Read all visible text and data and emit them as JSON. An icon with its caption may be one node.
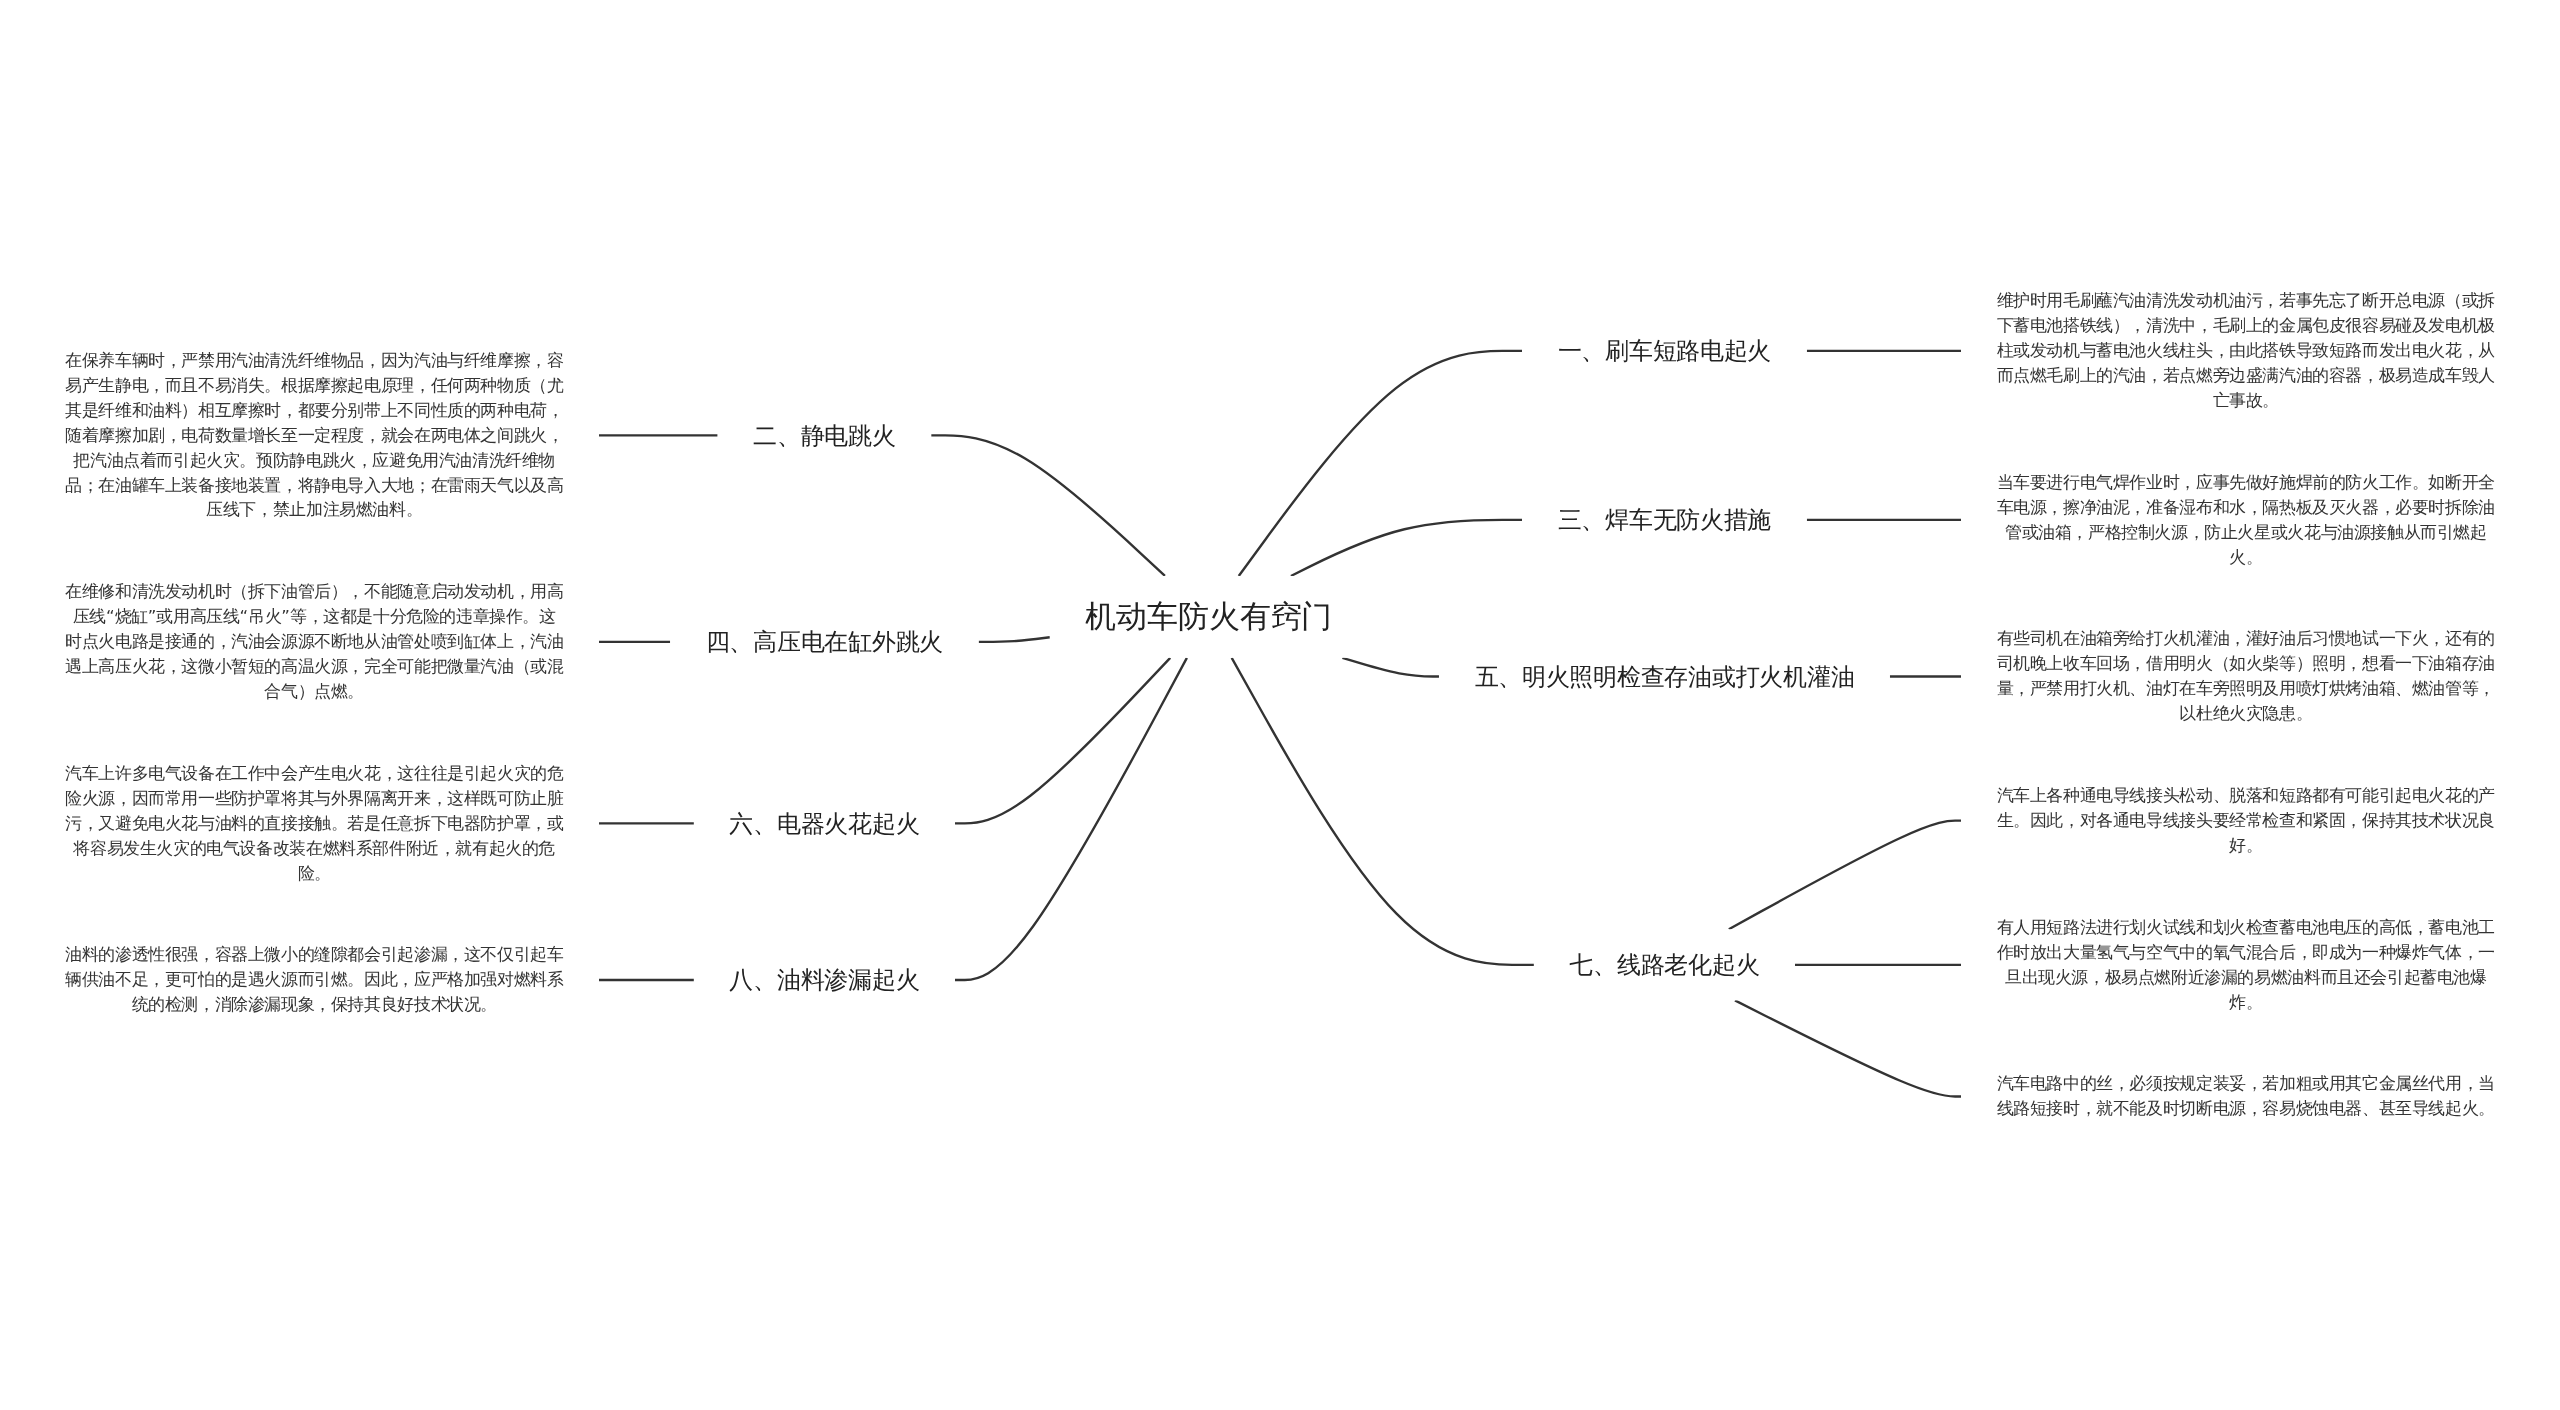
{
  "diagram": {
    "nodes": [
      {
        "text": [
          "机动车防火有窍门"
        ]
      },
      {
        "text": [
          "一、刷车短路电起火"
        ]
      },
      {
        "text": [
          "维护时用毛刷蘸汽油清洗发动机油污，若事先忘了断开总电源（或拆下蓄电池搭铁线），清洗中，毛刷上的金属包皮很容易碰及发电机极柱或发动机与蓄电池火线柱头，由此搭铁导致短路而发出电火花，从而点燃毛刷上的汽油，若点燃旁边盛满汽油的容器，极易造成车毁人亡事故。"
        ]
      },
      {
        "text": [
          "二、静电跳火"
        ]
      },
      {
        "text": [
          "在保养车辆时，严禁用汽油清洗纤维物品，因为汽油与纤维摩擦，容易产生静电，而且不易消失。根据摩擦起电原理，任何两种物质（尤其是纤维和油料）相互摩擦时，都要分别带上不同性质的两种电荷，随着摩擦加剧，电荷数量增长至一定程度，就会在两电体之间跳火，把汽油点着而引起火灾。预防静电跳火，应避免用汽油清洗纤维物品；在油罐车上装备接地装置，将静电导入大地；在雷雨天气以及高压线下，禁止加注易燃油料。"
        ]
      },
      {
        "text": [
          "三、焊车无防火措施"
        ]
      },
      {
        "text": [
          "当车要进行电气焊作业时，应事先做好施焊前的防火工作。如断开全车电源，擦净油泥，准备湿布和水，隔热板及灭火器，必要时拆除油管或油箱，严格控制火源，防止火星或火花与油源接触从而引燃起火。"
        ]
      },
      {
        "text": [
          "四、高压电在缸外跳火"
        ]
      },
      {
        "text": [
          "在维修和清洗发动机时（拆下油管后），不能随意启动发动机，用高压线“烧缸”或用高压线“吊火”等，这都是十分危险的违章操作。这时点火电路是接通的，汽油会源源不断地从油管处喷到缸体上，汽油遇上高压火花，这微小暂短的高温火源，完全可能把微量汽油（或混合气）点燃。"
        ]
      },
      {
        "text": [
          "五、明火照明检查存油或打火机灌油"
        ]
      },
      {
        "text": [
          "有些司机在油箱旁给打火机灌油，灌好油后习惯地试一下火，还有的司机晚上收车回场，借用明火（如火柴等）照明，想看一下油箱存油量，严禁用打火机、油灯在车旁照明及用喷灯烘烤油箱、燃油管等，以杜绝火灾隐患。"
        ]
      },
      {
        "text": [
          "六、电器火花起火"
        ]
      },
      {
        "text": [
          "汽车上许多电气设备在工作中会产生电火花，这往往是引起火灾的危险火源，因而常用一些防护罩将其与外界隔离开来，这样既可防止脏污，又避免电火花与油料的直接接触。若是任意拆下电器防护罩，或将容易发生火灾的电气设备改装在燃料系部件附近，就有起火的危险。"
        ]
      },
      {
        "text": [
          "七、线路老化起火"
        ]
      },
      {
        "text": [
          "汽车上各种通电导线接头松动、脱落和短路都有可能引起电火花的产生。因此，对各通电导线接头要经常检查和紧固，保持其技术状况良好。"
        ]
      },
      {
        "text": [
          "有人用短路法进行划火试线和划火检查蓄电池电压的高低，蓄电池工作时放出大量氢气与空气中的氧气混合后，即成为一种爆炸气体，一旦出现火源，极易点燃附近渗漏的易燃油料而且还会引起蓄电池爆炸。"
        ]
      },
      {
        "text": [
          "汽车电路中的丝，必须按规定装妥，若加粗或用其它金属丝代用，当线路短接时，就不能及时切断电源，容易烧蚀电器、甚至导线起火。"
        ]
      },
      {
        "text": [
          "八、油料渗漏起火"
        ]
      },
      {
        "text": [
          "油料的渗透性很强，容器上微小的缝隙都会引起渗漏，这不仅引起车辆供油不足，更可怕的是遇火源而引燃。因此，应严格加强对燃料系统的检测，消除渗漏现象，保持其良好技术状况。"
        ]
      }
    ],
    "edges": [
      {
        "from": 0,
        "to": 1,
        "arrow": "none"
      },
      {
        "from": 1,
        "to": 2,
        "arrow": "none"
      },
      {
        "from": 3,
        "to": 0,
        "arrow": "none"
      },
      {
        "from": 4,
        "to": 3,
        "arrow": "none"
      },
      {
        "from": 0,
        "to": 5,
        "arrow": "none"
      },
      {
        "from": 5,
        "to": 6,
        "arrow": "none"
      },
      {
        "from": 7,
        "to": 0,
        "arrow": "none"
      },
      {
        "from": 8,
        "to": 7,
        "arrow": "none"
      },
      {
        "from": 0,
        "to": 9,
        "arrow": "none"
      },
      {
        "from": 9,
        "to": 10,
        "arrow": "none"
      },
      {
        "from": 11,
        "to": 0,
        "arrow": "none"
      },
      {
        "from": 12,
        "to": 11,
        "arrow": "none"
      },
      {
        "from": 0,
        "to": 13,
        "arrow": "none"
      },
      {
        "from": 13,
        "to": 14,
        "arrow": "none"
      },
      {
        "from": 13,
        "to": 15,
        "arrow": "none"
      },
      {
        "from": 13,
        "to": 16,
        "arrow": "none"
      },
      {
        "from": 17,
        "to": 0,
        "arrow": "none"
      },
      {
        "from": 18,
        "to": 17,
        "arrow": "none"
      }
    ]
  }
}
